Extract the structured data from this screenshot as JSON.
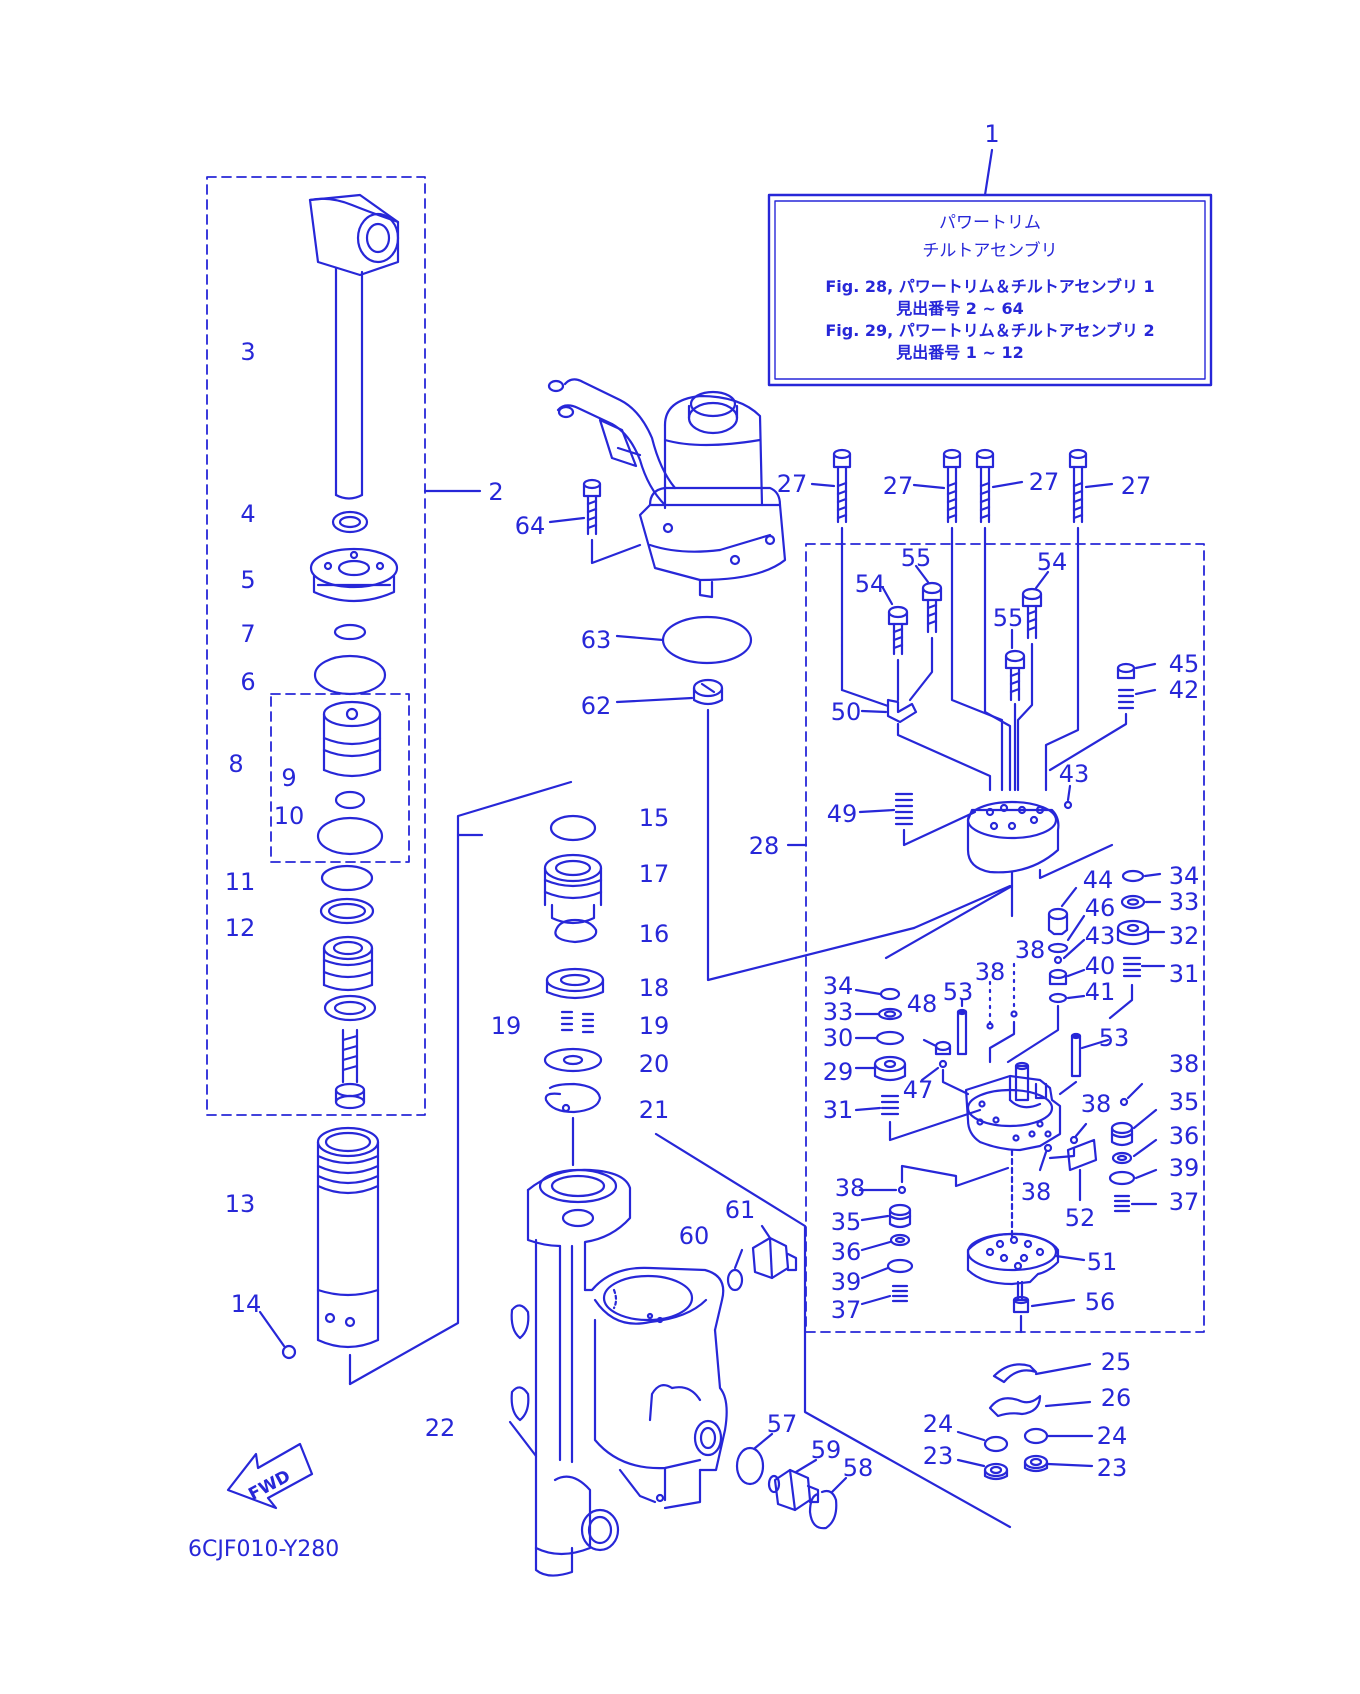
{
  "colors": {
    "ink": "#2727d8",
    "paper": "#ffffff"
  },
  "assembly_box": {
    "callout": "1",
    "title_line1": "パワートリム",
    "title_line2": "チルトアセンブリ",
    "ref1_fig": "Fig. 28, パワートリム＆チルトアセンブリ 1",
    "ref1_range": "見出番号 2 ~ 64",
    "ref2_fig": "Fig. 29, パワートリム＆チルトアセンブリ 2",
    "ref2_range": "見出番号 1 ~ 12"
  },
  "fwd_label": "FWD",
  "diagram_code": "6CJF010-Y280",
  "callouts": {
    "c2": "2",
    "c3": "3",
    "c4": "4",
    "c5": "5",
    "c6": "6",
    "c7": "7",
    "c8": "8",
    "c9": "9",
    "c10": "10",
    "c11": "11",
    "c12": "12",
    "c13": "13",
    "c14": "14",
    "c15": "15",
    "c16": "16",
    "c17": "17",
    "c18": "18",
    "c19a": "19",
    "c19b": "19",
    "c20": "20",
    "c21": "21",
    "c22": "22",
    "c23a": "23",
    "c23b": "23",
    "c24a": "24",
    "c24b": "24",
    "c25": "25",
    "c26": "26",
    "c27a": "27",
    "c27b": "27",
    "c27c": "27",
    "c27d": "27",
    "c28": "28",
    "c29": "29",
    "c30": "30",
    "c31a": "31",
    "c31b": "31",
    "c32": "32",
    "c33a": "33",
    "c33b": "33",
    "c34a": "34",
    "c34b": "34",
    "c35a": "35",
    "c35b": "35",
    "c36a": "36",
    "c36b": "36",
    "c37a": "37",
    "c37b": "37",
    "c38a": "38",
    "c38b": "38",
    "c38c": "38",
    "c38d": "38",
    "c38e": "38",
    "c38f": "38",
    "c39a": "39",
    "c39b": "39",
    "c40": "40",
    "c41": "41",
    "c42": "42",
    "c43a": "43",
    "c43b": "43",
    "c44": "44",
    "c45": "45",
    "c46": "46",
    "c47": "47",
    "c48": "48",
    "c49": "49",
    "c50": "50",
    "c51": "51",
    "c52": "52",
    "c53a": "53",
    "c53b": "53",
    "c54a": "54",
    "c54b": "54",
    "c55a": "55",
    "c55b": "55",
    "c56": "56",
    "c57": "57",
    "c58": "58",
    "c59": "59",
    "c60": "60",
    "c61": "61",
    "c62": "62",
    "c63": "63",
    "c64": "64"
  }
}
